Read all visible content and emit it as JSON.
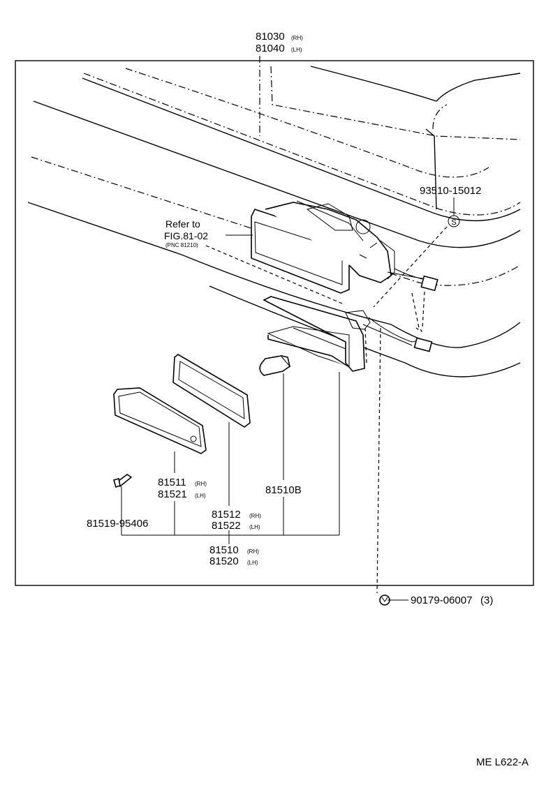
{
  "labels": {
    "assembly_rh": "81030",
    "assembly_rh_side": "(RH)",
    "assembly_lh": "81040",
    "assembly_lh_side": "(LH)",
    "refer_line1": "Refer to",
    "refer_line2": "FIG.81-02",
    "refer_line3": "(PNC 81210)",
    "bolt_part": "93510-15012",
    "bolt_marker": "S",
    "lens_rh": "81511",
    "lens_rh_side": "(RH)",
    "lens_lh": "81521",
    "lens_lh_side": "(LH)",
    "screw_part": "81519-95406",
    "gasket_rh": "81512",
    "gasket_rh_side": "(RH)",
    "gasket_lh": "81522",
    "gasket_lh_side": "(LH)",
    "bulb_part": "81510B",
    "lamp_rh": "81510",
    "lamp_rh_side": "(RH)",
    "lamp_lh": "81520",
    "lamp_lh_side": "(LH)",
    "clip_part": "90179-06007",
    "clip_qty": "(3)",
    "drawing_code": "ME L622-A"
  }
}
